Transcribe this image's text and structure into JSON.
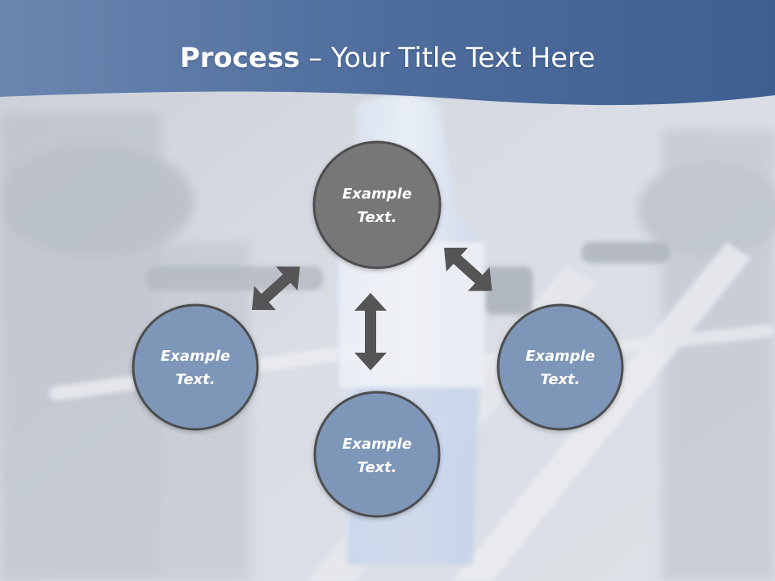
{
  "slide": {
    "title_bold": "Process",
    "title_rest": " – Your Title Text Here"
  },
  "nodes": [
    {
      "id": "top",
      "line1": "Example",
      "line2": "Text."
    },
    {
      "id": "left",
      "line1": "Example",
      "line2": "Text."
    },
    {
      "id": "bottom",
      "line1": "Example",
      "line2": "Text."
    },
    {
      "id": "right",
      "line1": "Example",
      "line2": "Text."
    }
  ],
  "colors": {
    "header_blue": "#4a6b9c",
    "center_node": "#777777",
    "outer_node": "#7e96b8",
    "node_border": "#4d4d4d",
    "arrow": "#555555"
  }
}
